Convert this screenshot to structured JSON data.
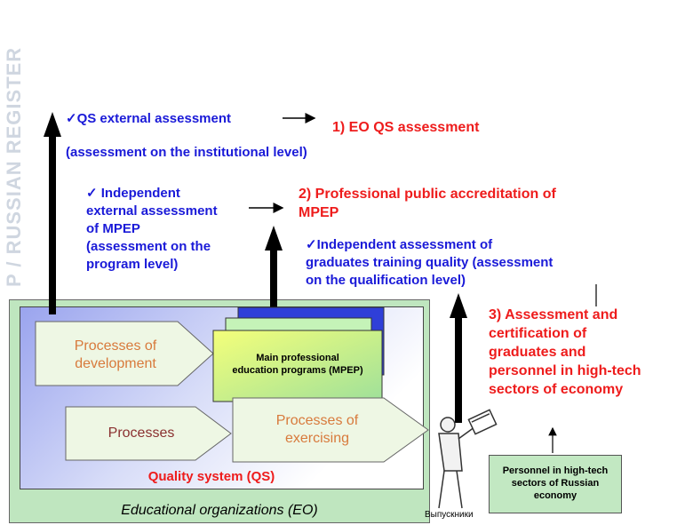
{
  "watermark": "P / RUSSIAN REGISTER",
  "labels": {
    "qs_external": "✓QS external assessment",
    "institutional": "(assessment on the institutional  level)",
    "eo_qs_assessment": "1) EO QS assessment",
    "independent_external_1": "✓ Independent",
    "independent_external_2": "external assessment",
    "independent_external_3": "of MPEP",
    "independent_external_4": "(assessment on the",
    "independent_external_5": "program level)",
    "prof_accreditation_1": "2) Professional public accreditation of",
    "prof_accreditation_2": "MPEP",
    "grad_assessment_1": "✓Independent assessment of",
    "grad_assessment_2": "graduates training quality (assessment",
    "grad_assessment_3": "on the qualification level)",
    "certification_1": "3) Assessment and",
    "certification_2": "certification of",
    "certification_3": "graduates and",
    "certification_4": "personnel in high-tech",
    "certification_5": "sectors of economy"
  },
  "boxes": {
    "processes_development_1": "Processes of",
    "processes_development_2": "development",
    "processes": "Processes",
    "processes_exercising_1": "Processes of",
    "processes_exercising_2": "exercising",
    "mpep_1": "Main professional",
    "mpep_2": "education programs (MPEP)",
    "quality_system": "Quality system (QS)",
    "educational_org": "Educational organizations (EO)",
    "personnel_1": "Personnel in high-tech",
    "personnel_2": "sectors of Russian",
    "personnel_3": "economy",
    "graduates": "Выпускники"
  },
  "colors": {
    "blue_text": "#1a1ad8",
    "red_text": "#ee1c1c",
    "eo_background": "#bfe6bf",
    "arrow_fill": "#eef7e4"
  }
}
